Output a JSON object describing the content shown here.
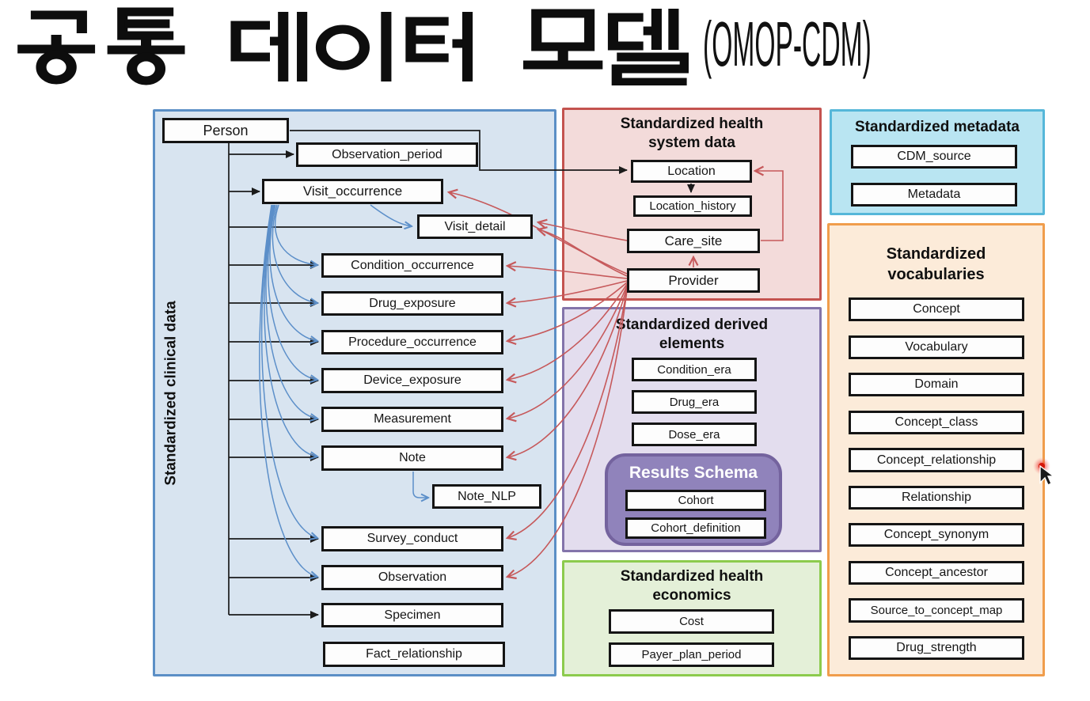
{
  "title": {
    "korean": "공통 데이터 모델",
    "latin": "(OMOP-CDM)",
    "full": "공통 데이터 모델 (OMOP-CDM)"
  },
  "sections": {
    "clinical": {
      "heading": "Standardized clinical data",
      "border": "#5b8fc6",
      "fill": "#d8e4f0",
      "tables": [
        "Person",
        "Observation_period",
        "Visit_occurrence",
        "Visit_detail",
        "Condition_occurrence",
        "Drug_exposure",
        "Procedure_occurrence",
        "Device_exposure",
        "Measurement",
        "Note",
        "Note_NLP",
        "Survey_conduct",
        "Observation",
        "Specimen",
        "Fact_relationship"
      ]
    },
    "health_system": {
      "heading": "Standardized health system data",
      "border": "#c4534f",
      "fill": "#f3dbda",
      "tables": [
        "Location",
        "Location_history",
        "Care_site",
        "Provider"
      ]
    },
    "metadata": {
      "heading": "Standardized metadata",
      "border": "#55b7d9",
      "fill": "#b9e5f2",
      "tables": [
        "CDM_source",
        "Metadata"
      ]
    },
    "derived": {
      "heading": "Standardized derived elements",
      "border": "#8374aa",
      "fill": "#e3ddee",
      "tables": [
        "Condition_era",
        "Drug_era",
        "Dose_era"
      ],
      "results_schema": {
        "heading": "Results Schema",
        "fill": "#9083bb",
        "border": "#74639e",
        "tables": [
          "Cohort",
          "Cohort_definition"
        ]
      }
    },
    "economics": {
      "heading": "Standardized health economics",
      "border": "#8ccb4d",
      "fill": "#e4f0d8",
      "tables": [
        "Cost",
        "Payer_plan_period"
      ]
    },
    "vocabularies": {
      "heading": "Standardized vocabularies",
      "border": "#f09d4c",
      "fill": "#fcebd9",
      "tables": [
        "Concept",
        "Vocabulary",
        "Domain",
        "Concept_class",
        "Concept_relationship",
        "Relationship",
        "Concept_synonym",
        "Concept_ancestor",
        "Source_to_concept_map",
        "Drug_strength"
      ]
    }
  },
  "connections": [
    {
      "from": "Person",
      "style": "black",
      "to": [
        "Observation_period",
        "Visit_occurrence",
        "Visit_detail",
        "Condition_occurrence",
        "Drug_exposure",
        "Procedure_occurrence",
        "Device_exposure",
        "Measurement",
        "Note",
        "Survey_conduct",
        "Observation",
        "Specimen",
        "Location"
      ]
    },
    {
      "from": "Location",
      "to": [
        "Location_history"
      ],
      "style": "black"
    },
    {
      "from": "Care_site",
      "to": [
        "Location"
      ],
      "style": "red"
    },
    {
      "from": "Provider",
      "to": [
        "Care_site"
      ],
      "style": "red"
    },
    {
      "from": "Provider",
      "style": "red",
      "to": [
        "Visit_occurrence",
        "Visit_detail",
        "Condition_occurrence",
        "Drug_exposure",
        "Procedure_occurrence",
        "Device_exposure",
        "Measurement",
        "Note",
        "Survey_conduct",
        "Observation"
      ]
    },
    {
      "from": "Care_site",
      "to": [
        "Visit_detail"
      ],
      "style": "red"
    },
    {
      "from": "Visit_occurrence",
      "style": "blue",
      "to": [
        "Visit_detail",
        "Condition_occurrence",
        "Drug_exposure",
        "Procedure_occurrence",
        "Device_exposure",
        "Measurement",
        "Note",
        "Survey_conduct",
        "Observation"
      ]
    },
    {
      "from": "Note",
      "to": [
        "Note_NLP"
      ],
      "style": "blue"
    }
  ],
  "arrow_colors": {
    "black": "#1b1b1b",
    "blue": "#5c8fc9",
    "red": "#c6595b"
  }
}
